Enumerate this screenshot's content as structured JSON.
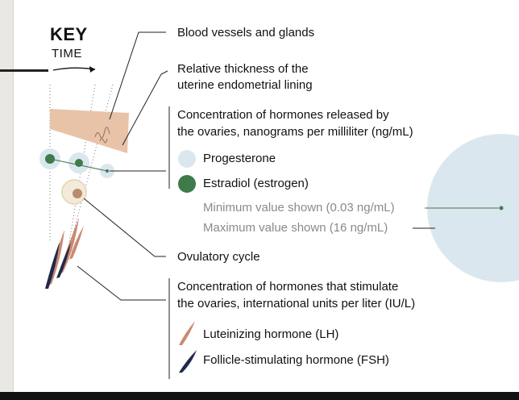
{
  "key": {
    "title": "KEY",
    "time_label": "TIME"
  },
  "labels": {
    "blood_vessels": "Blood vessels and glands",
    "thickness_line1": "Relative thickness of the",
    "thickness_line2": "uterine endometrial lining",
    "ovarian_hormones_line1": "Concentration of hormones released by",
    "ovarian_hormones_line2": "the ovaries, nanograms per milliliter (ng/mL)",
    "progesterone": "Progesterone",
    "estradiol": "Estradiol (estrogen)",
    "min_value": "Minimum value shown (0.03 ng/mL)",
    "max_value": "Maximum value shown (16 ng/mL)",
    "ovulatory_cycle": "Ovulatory cycle",
    "pituitary_line1": "Concentration of hormones that stimulate",
    "pituitary_line2": "the ovaries, international units per liter (IU/L)",
    "lh": "Luteinizing hormone (LH)",
    "fsh": "Follicle-stimulating hormone (FSH)"
  },
  "colors": {
    "progesterone": "#dbe7ef",
    "estradiol": "#3f7a4a",
    "lining": "#e8c3a8",
    "lh": "#c98a72",
    "fsh": "#1f2a4a",
    "leader": "#222222",
    "grey_text": "#8a8a8a"
  }
}
